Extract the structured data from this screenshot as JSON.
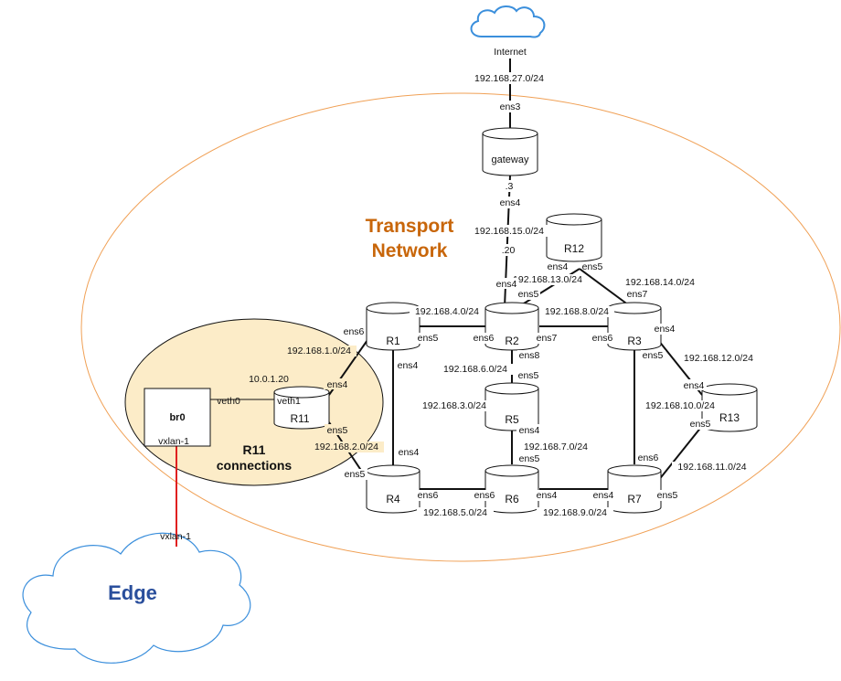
{
  "colors": {
    "transport_ellipse": "#f0a055",
    "transport_title": "#c8660a",
    "r11_fill": "#fcecc8",
    "edge_title": "#2a4f9c",
    "cloud_stroke": "#3b8fdc",
    "vxlan_link": "#e02020",
    "line": "#111111"
  },
  "internet": {
    "label": "Internet",
    "subnet": "192.168.27.0/24"
  },
  "gateway": {
    "label": "gateway",
    "if_upper": "ens3",
    "dot3": ".3",
    "if_lower": "ens4",
    "subnet_down": "192.168.15.0/24",
    "dot20": ".20"
  },
  "transport": {
    "title_line1": "Transport",
    "title_line2": "Network"
  },
  "r11_area": {
    "title_line1": "R11",
    "title_line2": "connections"
  },
  "br0": {
    "label": "br0",
    "veth0": "veth0",
    "vxlan": "vxlan-1"
  },
  "edge": {
    "label": "Edge",
    "vxlan": "vxlan-1"
  },
  "nodes": {
    "R1": "R1",
    "R2": "R2",
    "R3": "R3",
    "R4": "R4",
    "R5": "R5",
    "R6": "R6",
    "R7": "R7",
    "R11": "R11",
    "R12": "R12",
    "R13": "R13"
  },
  "subnets": {
    "s1": "192.168.1.0/24",
    "s2": "192.168.2.0/24",
    "s3": "192.168.3.0/24",
    "s4": "192.168.4.0/24",
    "s5": "192.168.5.0/24",
    "s6": "192.168.6.0/24",
    "s7": "192.168.7.0/24",
    "s8": "192.168.8.0/24",
    "s9": "192.168.9.0/24",
    "s10": "192.168.10.0/24",
    "s11": "192.168.11.0/24",
    "s12": "192.168.12.0/24",
    "s13": "192.168.13.0/24",
    "s14": "192.168.14.0/24"
  },
  "r11_ip": "10.0.1.20",
  "interfaces": {
    "r1_ens6": "ens6",
    "r1_ens5": "ens5",
    "r1_ens4": "ens4",
    "r2_ens4": "ens4",
    "r2_ens5": "ens5",
    "r2_ens6": "ens6",
    "r2_ens7": "ens7",
    "r2_ens8": "ens8",
    "r3_ens6": "ens6",
    "r3_ens7": "ens7",
    "r3_ens4": "ens4",
    "r3_ens5": "ens5",
    "r4_ens4": "ens4",
    "r4_ens5": "ens5",
    "r4_ens6": "ens6",
    "r5_ens5": "ens5",
    "r5_ens4": "ens4",
    "r6_ens5": "ens5",
    "r6_ens6": "ens6",
    "r6_ens4": "ens4",
    "r7_ens6": "ens6",
    "r7_ens4": "ens4",
    "r7_ens5": "ens5",
    "r11_veth1": "veth1",
    "r11_ens4": "ens4",
    "r11_ens5": "ens5",
    "r12_ens4": "ens4",
    "r12_ens5": "ens5",
    "r13_ens4": "ens4",
    "r13_ens5": "ens5"
  }
}
